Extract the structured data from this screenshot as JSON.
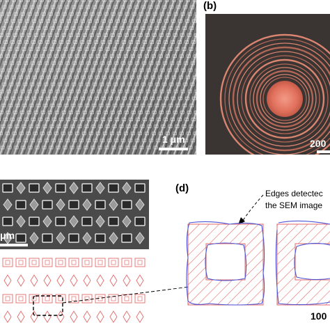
{
  "panel_b": {
    "label": "(b)",
    "scale_label": "200"
  },
  "panel_a": {
    "scale_label": "1 μm"
  },
  "panel_c": {
    "scale_label": "μm"
  },
  "panel_d": {
    "label": "(d)",
    "annotation_line1": "Edges detectec",
    "annotation_line2": "the SEM image",
    "scale_label": "100"
  },
  "colors": {
    "sem_gray": "#8a8a8a",
    "optical_bg": "#3a3432",
    "ring_color": "#d9826e",
    "hatch_red": "#e36a6a",
    "edge_blue": "#4a55d8"
  }
}
